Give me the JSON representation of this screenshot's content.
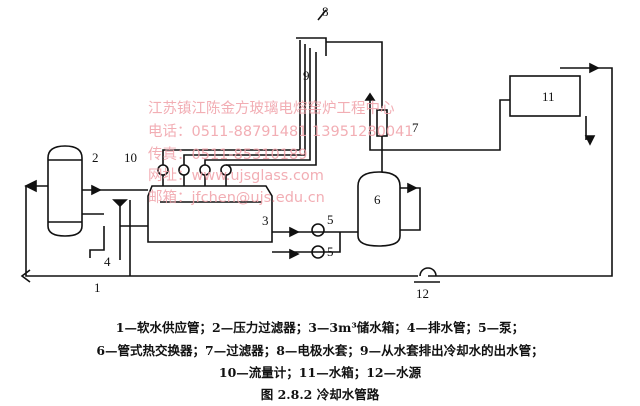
{
  "labels": {
    "n1": "1",
    "n2": "2",
    "n3": "3",
    "n4": "4",
    "n5a": "5",
    "n5b": "5",
    "n6": "6",
    "n7": "7",
    "n8": "8",
    "n9": "9",
    "n10": "10",
    "n11": "11",
    "n12": "12"
  },
  "watermark": {
    "line1": "江苏镇江陈金方玻璃电熔窑炉工程中心",
    "line2": "电话：0511-88791481  13951280041",
    "line3": "传真：0511-85310189",
    "line4": "网址：www.ujsglass.com",
    "line5": "邮箱：jfchen@ujs.edu.cn"
  },
  "caption": {
    "line1": "1—软水供应管；2—压力过滤器；3—3m³储水箱；4—排水管；5—泵；",
    "line2": "6—管式热交换器；7—过滤器；8—电极水套；9—从水套排出冷却水的出水管；",
    "line3": "10—流量计；11—水箱；12—水源",
    "title": "图 2.8.2   冷却水管路"
  }
}
